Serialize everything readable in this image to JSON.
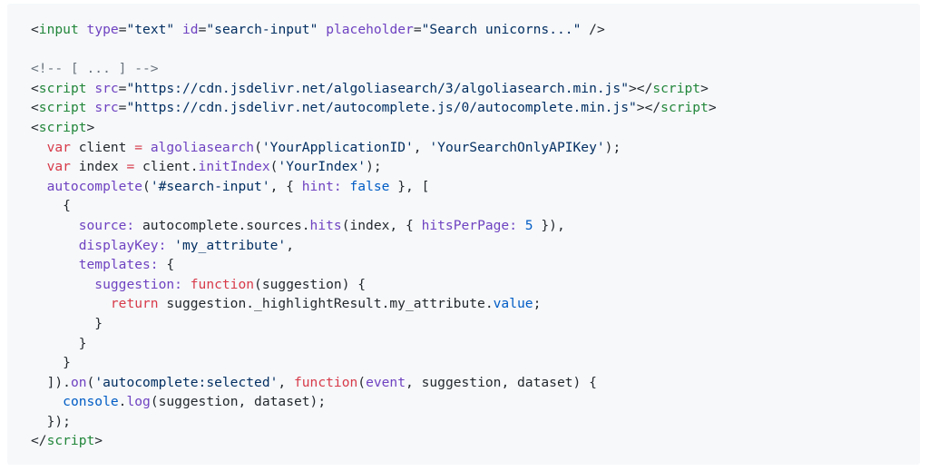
{
  "code": {
    "language": "html",
    "lines": [
      [
        {
          "t": "<",
          "c": "plain"
        },
        {
          "t": "input",
          "c": "tag"
        },
        {
          "t": " ",
          "c": "plain"
        },
        {
          "t": "type",
          "c": "attr"
        },
        {
          "t": "=",
          "c": "plain"
        },
        {
          "t": "\"text\"",
          "c": "str"
        },
        {
          "t": " ",
          "c": "plain"
        },
        {
          "t": "id",
          "c": "attr"
        },
        {
          "t": "=",
          "c": "plain"
        },
        {
          "t": "\"search-input\"",
          "c": "str"
        },
        {
          "t": " ",
          "c": "plain"
        },
        {
          "t": "placeholder",
          "c": "attr"
        },
        {
          "t": "=",
          "c": "plain"
        },
        {
          "t": "\"Search unicorns...\"",
          "c": "str"
        },
        {
          "t": " />",
          "c": "plain"
        }
      ],
      [],
      [
        {
          "t": "<!-- [ ... ] -->",
          "c": "cmt"
        }
      ],
      [
        {
          "t": "<",
          "c": "plain"
        },
        {
          "t": "script",
          "c": "tag"
        },
        {
          "t": " ",
          "c": "plain"
        },
        {
          "t": "src",
          "c": "attr"
        },
        {
          "t": "=",
          "c": "plain"
        },
        {
          "t": "\"https://cdn.jsdelivr.net/algoliasearch/3/algoliasearch.min.js\"",
          "c": "str"
        },
        {
          "t": "></",
          "c": "plain"
        },
        {
          "t": "script",
          "c": "tag"
        },
        {
          "t": ">",
          "c": "plain"
        }
      ],
      [
        {
          "t": "<",
          "c": "plain"
        },
        {
          "t": "script",
          "c": "tag"
        },
        {
          "t": " ",
          "c": "plain"
        },
        {
          "t": "src",
          "c": "attr"
        },
        {
          "t": "=",
          "c": "plain"
        },
        {
          "t": "\"https://cdn.jsdelivr.net/autocomplete.js/0/autocomplete.min.js\"",
          "c": "str"
        },
        {
          "t": "></",
          "c": "plain"
        },
        {
          "t": "script",
          "c": "tag"
        },
        {
          "t": ">",
          "c": "plain"
        }
      ],
      [
        {
          "t": "<",
          "c": "plain"
        },
        {
          "t": "script",
          "c": "tag"
        },
        {
          "t": ">",
          "c": "plain"
        }
      ],
      [
        {
          "t": "  ",
          "c": "plain"
        },
        {
          "t": "var",
          "c": "kw"
        },
        {
          "t": " client ",
          "c": "plain"
        },
        {
          "t": "=",
          "c": "kw"
        },
        {
          "t": " ",
          "c": "plain"
        },
        {
          "t": "algoliasearch",
          "c": "fn"
        },
        {
          "t": "(",
          "c": "plain"
        },
        {
          "t": "'YourApplicationID'",
          "c": "str"
        },
        {
          "t": ", ",
          "c": "plain"
        },
        {
          "t": "'YourSearchOnlyAPIKey'",
          "c": "str"
        },
        {
          "t": ");",
          "c": "plain"
        }
      ],
      [
        {
          "t": "  ",
          "c": "plain"
        },
        {
          "t": "var",
          "c": "kw"
        },
        {
          "t": " index ",
          "c": "plain"
        },
        {
          "t": "=",
          "c": "kw"
        },
        {
          "t": " client.",
          "c": "plain"
        },
        {
          "t": "initIndex",
          "c": "fn"
        },
        {
          "t": "(",
          "c": "plain"
        },
        {
          "t": "'YourIndex'",
          "c": "str"
        },
        {
          "t": ");",
          "c": "plain"
        }
      ],
      [
        {
          "t": "  ",
          "c": "plain"
        },
        {
          "t": "autocomplete",
          "c": "fn"
        },
        {
          "t": "(",
          "c": "plain"
        },
        {
          "t": "'#search-input'",
          "c": "str"
        },
        {
          "t": ", { ",
          "c": "plain"
        },
        {
          "t": "hint:",
          "c": "fn"
        },
        {
          "t": " ",
          "c": "plain"
        },
        {
          "t": "false",
          "c": "num"
        },
        {
          "t": " }, [",
          "c": "plain"
        }
      ],
      [
        {
          "t": "    {",
          "c": "plain"
        }
      ],
      [
        {
          "t": "      ",
          "c": "plain"
        },
        {
          "t": "source:",
          "c": "fn"
        },
        {
          "t": " autocomplete.sources.",
          "c": "plain"
        },
        {
          "t": "hits",
          "c": "fn"
        },
        {
          "t": "(index, { ",
          "c": "plain"
        },
        {
          "t": "hitsPerPage:",
          "c": "fn"
        },
        {
          "t": " ",
          "c": "plain"
        },
        {
          "t": "5",
          "c": "num"
        },
        {
          "t": " }),",
          "c": "plain"
        }
      ],
      [
        {
          "t": "      ",
          "c": "plain"
        },
        {
          "t": "displayKey:",
          "c": "fn"
        },
        {
          "t": " ",
          "c": "plain"
        },
        {
          "t": "'my_attribute'",
          "c": "str"
        },
        {
          "t": ",",
          "c": "plain"
        }
      ],
      [
        {
          "t": "      ",
          "c": "plain"
        },
        {
          "t": "templates:",
          "c": "fn"
        },
        {
          "t": " {",
          "c": "plain"
        }
      ],
      [
        {
          "t": "        ",
          "c": "plain"
        },
        {
          "t": "suggestion:",
          "c": "fn"
        },
        {
          "t": " ",
          "c": "plain"
        },
        {
          "t": "function",
          "c": "kw"
        },
        {
          "t": "(suggestion) {",
          "c": "plain"
        }
      ],
      [
        {
          "t": "          ",
          "c": "plain"
        },
        {
          "t": "return",
          "c": "kw"
        },
        {
          "t": " suggestion._highlightResult.my_attribute.",
          "c": "plain"
        },
        {
          "t": "value",
          "c": "num"
        },
        {
          "t": ";",
          "c": "plain"
        }
      ],
      [
        {
          "t": "        }",
          "c": "plain"
        }
      ],
      [
        {
          "t": "      }",
          "c": "plain"
        }
      ],
      [
        {
          "t": "    }",
          "c": "plain"
        }
      ],
      [
        {
          "t": "  ]).",
          "c": "plain"
        },
        {
          "t": "on",
          "c": "fn"
        },
        {
          "t": "(",
          "c": "plain"
        },
        {
          "t": "'autocomplete:selected'",
          "c": "str"
        },
        {
          "t": ", ",
          "c": "plain"
        },
        {
          "t": "function",
          "c": "kw"
        },
        {
          "t": "(",
          "c": "plain"
        },
        {
          "t": "event",
          "c": "fn"
        },
        {
          "t": ", suggestion, dataset) {",
          "c": "plain"
        }
      ],
      [
        {
          "t": "    ",
          "c": "plain"
        },
        {
          "t": "console",
          "c": "num"
        },
        {
          "t": ".",
          "c": "plain"
        },
        {
          "t": "log",
          "c": "fn"
        },
        {
          "t": "(suggestion, dataset);",
          "c": "plain"
        }
      ],
      [
        {
          "t": "  });",
          "c": "plain"
        }
      ],
      [
        {
          "t": "</",
          "c": "plain"
        },
        {
          "t": "script",
          "c": "tag"
        },
        {
          "t": ">",
          "c": "plain"
        }
      ]
    ]
  }
}
